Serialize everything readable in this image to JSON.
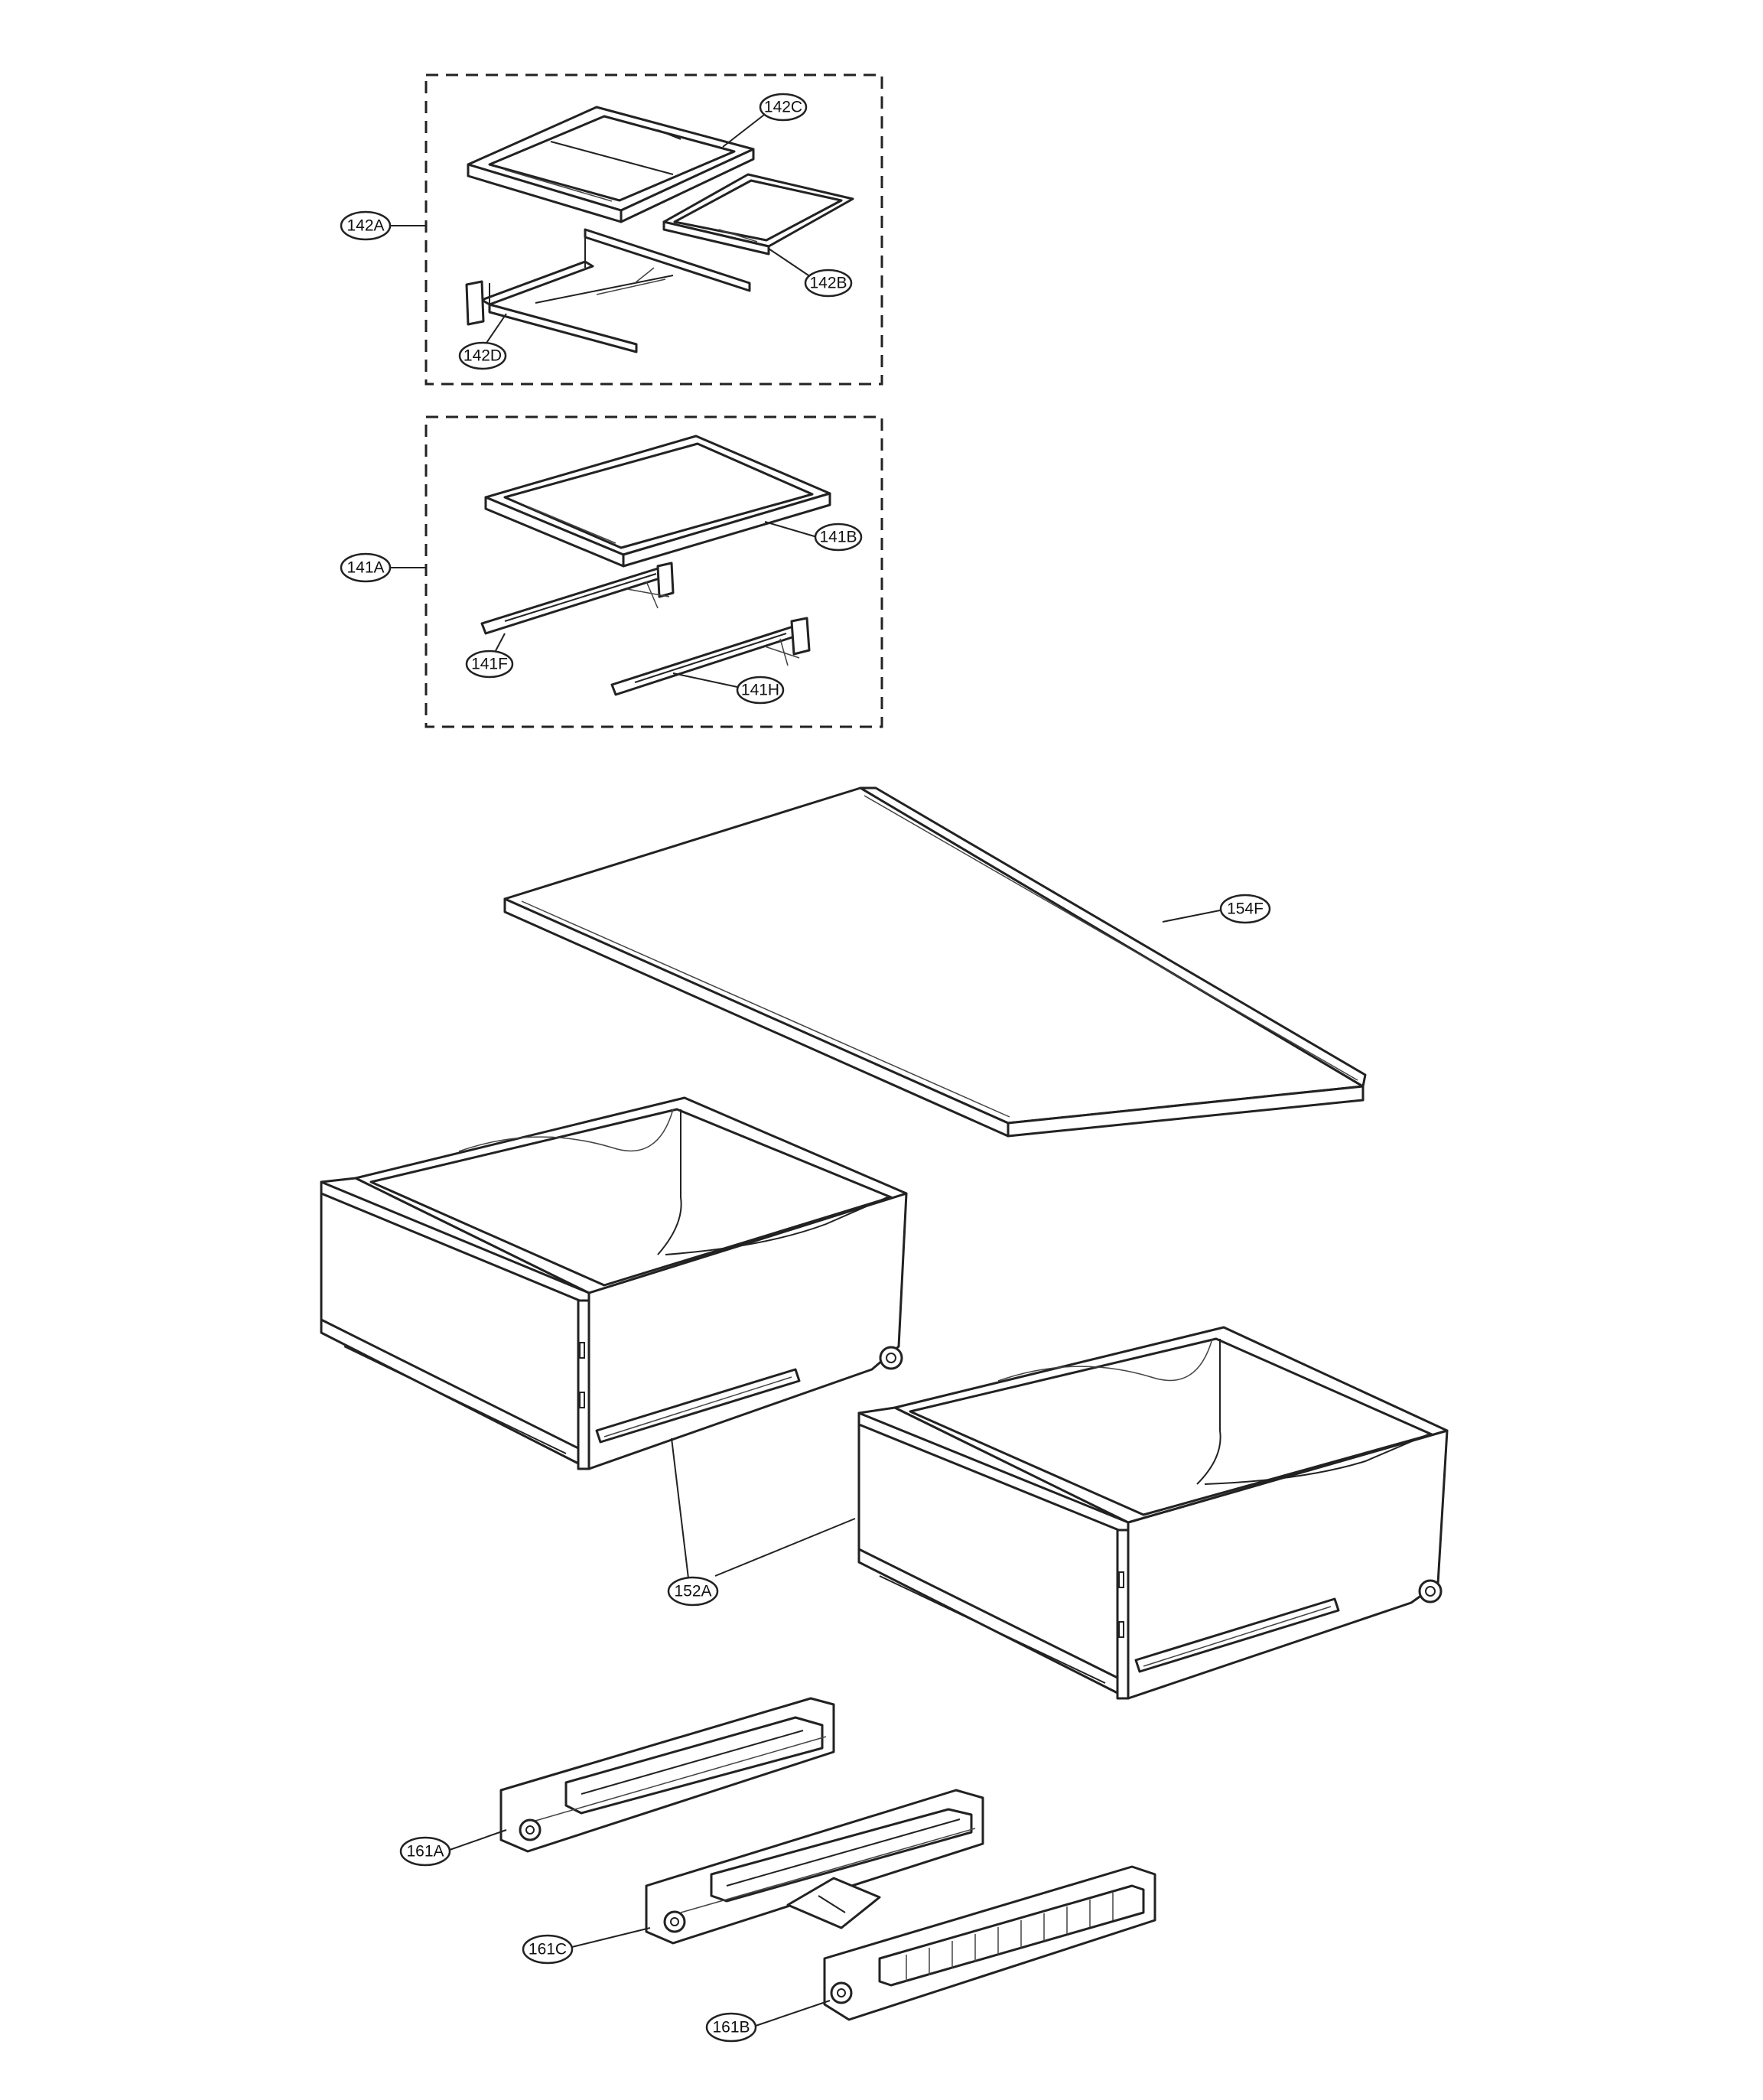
{
  "callouts": {
    "c142A": "142A",
    "c142B": "142B",
    "c142C": "142C",
    "c142D": "142D",
    "c141A": "141A",
    "c141B": "141B",
    "c141F": "141F",
    "c141H": "141H",
    "c154F": "154F",
    "c152A": "152A",
    "c161A": "161A",
    "c161B": "161B",
    "c161C": "161C"
  }
}
